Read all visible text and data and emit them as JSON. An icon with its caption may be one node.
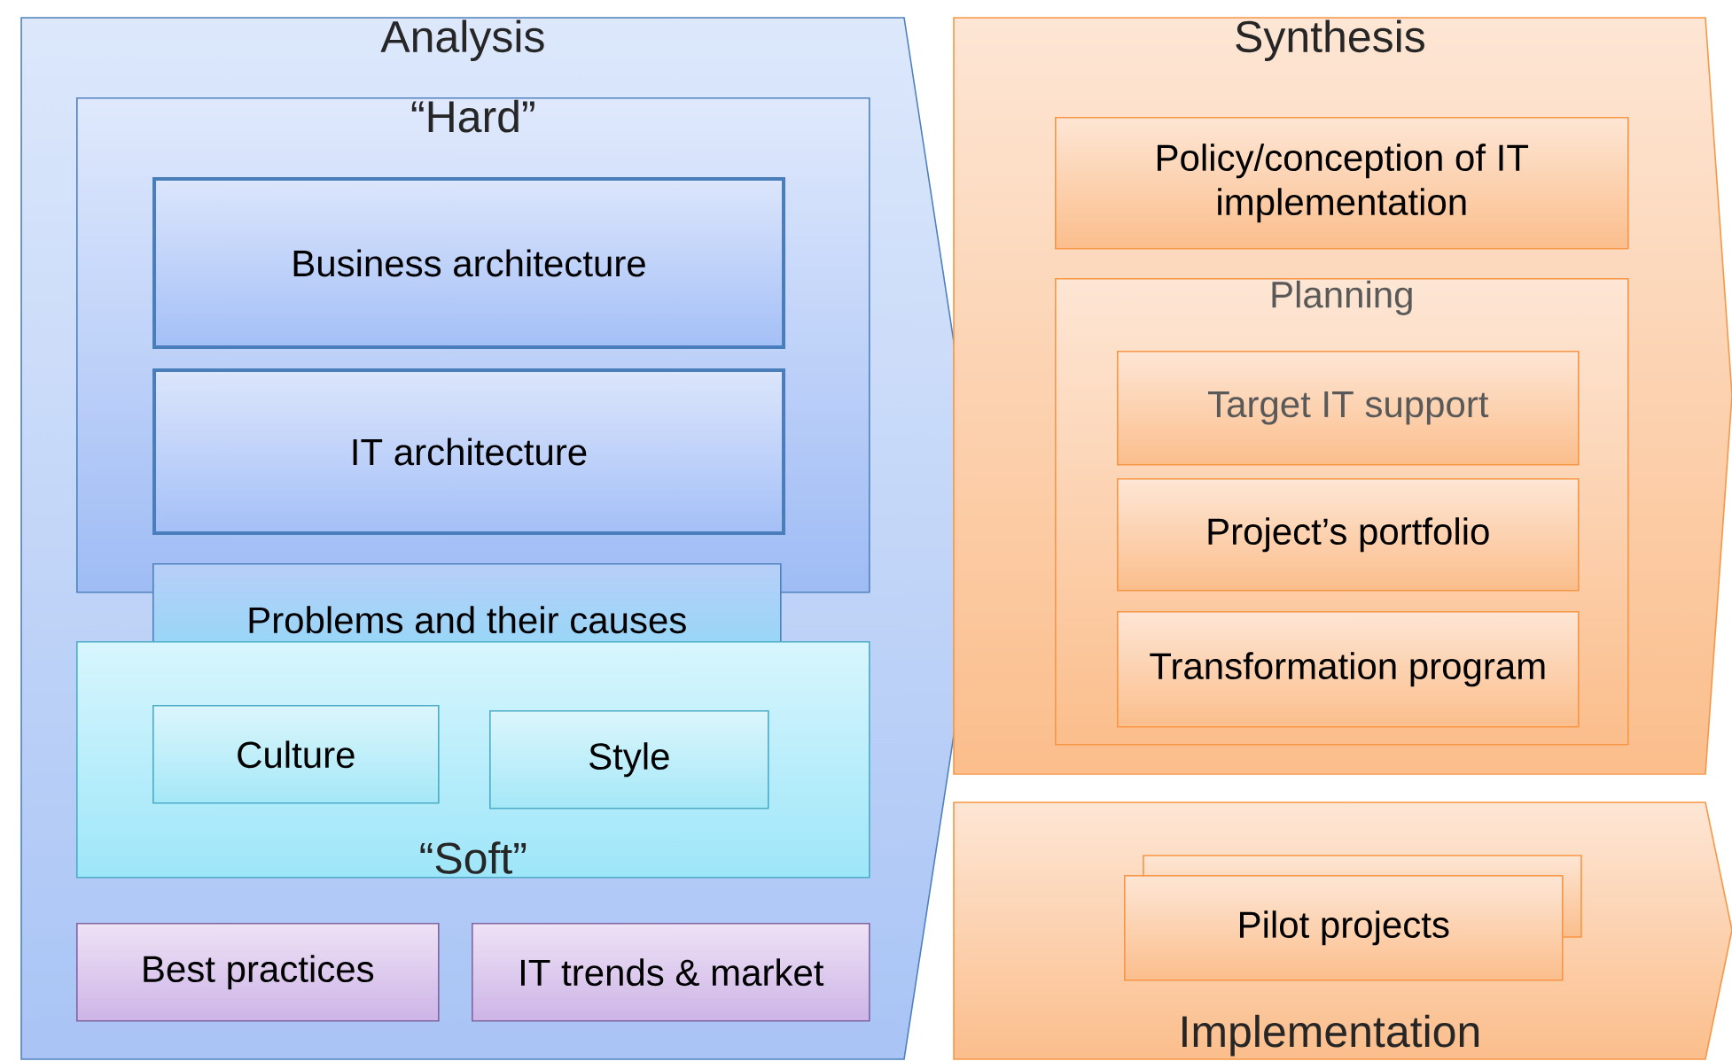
{
  "diagram": {
    "nodes": [
      {
        "text": [
          "Analysis"
        ]
      },
      {
        "text": [
          "“Hard”"
        ],
        "in": 0
      },
      {
        "text": [
          "Business architecture"
        ],
        "in": 1
      },
      {
        "text": [
          "IT architecture"
        ],
        "in": 1
      },
      {
        "text": [
          "Problems and their causes"
        ],
        "in": 0
      },
      {
        "text": [
          "“Soft”"
        ],
        "in": 0
      },
      {
        "text": [
          "Culture"
        ],
        "in": 5
      },
      {
        "text": [
          "Style"
        ],
        "in": 5
      },
      {
        "text": [
          "Best practices"
        ],
        "in": 0
      },
      {
        "text": [
          "IT trends & market"
        ],
        "in": 0
      },
      {
        "text": [
          "Synthesis"
        ]
      },
      {
        "text": [
          "Policy/conception of IT implementation"
        ],
        "in": 10
      },
      {
        "text": [
          "Planning"
        ],
        "in": 10
      },
      {
        "text": [
          "Target IT support"
        ],
        "in": 12
      },
      {
        "text": [
          "Project’s portfolio"
        ],
        "in": 12
      },
      {
        "text": [
          "Transformation program"
        ],
        "in": 12
      },
      {
        "text": [
          "Implementation"
        ]
      },
      {
        "text": [
          "Pilot projects"
        ],
        "in": 16
      }
    ]
  }
}
